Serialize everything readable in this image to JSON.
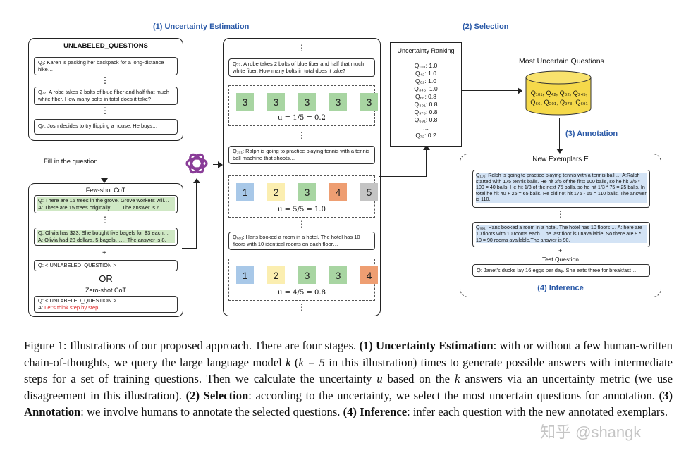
{
  "stages": {
    "s1": "(1) Uncertainty Estimation",
    "s2": "(2) Selection",
    "s3": "(3) Annotation",
    "s4": "(4) Inference"
  },
  "unlabeled": {
    "title": "UNLABELED_QUESTIONS",
    "q1": "Q₁: Karen is packing her backpack for a long-distance hike…",
    "q2": "Q₇₂: A robe takes 2 bolts of blue fiber and half that much white fiber. How many bolts in total does it take?",
    "q3": "Qₙ: Josh decides to try flipping a house.  He buys…",
    "fill": "Fill in the question"
  },
  "prompts": {
    "fewshot_title": "Few-shot CoT",
    "fs_q1": "Q: There are 15 trees in the grove. Grove workers will…",
    "fs_a1": "A: There are 15 trees originally…… The answer is 6.",
    "fs_q2": "Q: Olivia has $23. She bought five bagels for $3 each…",
    "fs_a2": "A: Olivia had 23 dollars. 5 bagels…… The answer is 8.",
    "plus": "+",
    "unl_q": "Q: < UNLABELED_QUESTION >",
    "or": "OR",
    "zeroshot_title": "Zero-shot CoT",
    "zs_q": "Q: < UNLABELED_QUESTION >",
    "zs_a_prefix": "A: ",
    "zs_a_red": "Let’s think step by step."
  },
  "estimation": {
    "dots": "⋮",
    "q72": "Q₇₂: A robe takes 2 bolts of blue fiber and half that much white fiber. How many bolts in total does it take?",
    "row1": [
      "3",
      "3",
      "3",
      "3",
      "3"
    ],
    "u1": "u = 1/5 = 0.2",
    "q101": "Q₁₀₁: Ralph is going to practice playing tennis with a tennis ball machine that shoots…",
    "row2": [
      "1",
      "2",
      "3",
      "4",
      "5"
    ],
    "u2": "u = 5/5 = 1.0",
    "q691": "Q₆₉₁: Hans booked a room in a hotel. The hotel has 10 floors with 10 identical rooms on each floor…",
    "row3": [
      "1",
      "2",
      "3",
      "3",
      "4"
    ],
    "u3": "u = 4/5 = 0.8"
  },
  "colors": {
    "green": "#a8d5a2",
    "blue": "#a8c8e8",
    "yellow": "#fbeeb0",
    "orange": "#ee9e72",
    "gray": "#c4c4c4",
    "stage_blue": "#2b5aa8",
    "db_yellow": "#f5d94a"
  },
  "ranking": {
    "title": "Uncertainty Ranking",
    "items": [
      "Q₁₀₁: 1.0",
      "Q₄₂: 1.0",
      "Q₆₂: 1.0",
      "Q₃₄₅: 1.0",
      "Q₆₆: 0.8",
      "Q₃₀₁: 0.8",
      "Q₉₇₈: 0.8",
      "Q₆₉₁: 0.8"
    ],
    "ellipsis": "…",
    "last": "Q₇₂: 0.2"
  },
  "db": {
    "title": "Most Uncertain Questions",
    "line1": "Q₁₀₁, Q₄₂, Q₆₂, Q₃₄₅,",
    "line2": "Q₆₆, Q₃₀₁, Q₉₇₈, Q₆₉₁"
  },
  "exemplars": {
    "title": "New Exemplars E",
    "e1": "Q₁₀₁: Ralph is going to practice playing tennis with a tennis ball … A:Ralph started with 175 tennis balls. He hit 2/5 of the first 100 balls, so he hit 2/5 * 100 = 40 balls. He hit 1/3 of the next 75 balls, so he hit 1/3 * 75 = 25 balls. In total he hit 40 + 25 = 65 balls. He did not hit 175 - 65 = 110 balls. The answer is 110.",
    "dots": "⋮",
    "e2": "Q₆₉₁: Hans booked a room in a hotel. The hotel has 10 floors … A: here are 10 floors with 10 rooms each. The last floor is unavailable. So there are 9 * 10 = 90 rooms available.The answer is 90.",
    "plus": "+",
    "test_title": "Test Question",
    "test_q": "Q: Janet’s ducks lay 16 eggs per day. She eats three for breakfast…"
  },
  "caption": {
    "p1": "Figure 1: Illustrations of our proposed approach. There are four stages. ",
    "b1": "(1) Uncertainty Estimation",
    "p2": ": with or without a few human-written chain-of-thoughts, we query the large language model ",
    "k1": "k",
    "p3": " (",
    "k2": "k = 5",
    "p4": " in this illustration) times to generate possible answers with intermediate steps for a set of training questions. Then we calculate the uncertainty ",
    "u": "u",
    "p5": " based on the ",
    "k3": "k",
    "p6": " answers via an uncertainty metric (we use disagreement in this illustration). ",
    "b2": "(2) Selection",
    "p7": ": according to the uncertainty, we select the most uncertain questions for annotation. ",
    "b3": "(3) Annotation",
    "p8": ": we involve humans to annotate the selected questions. ",
    "b4": "(4) Inference",
    "p9": ": infer each question with the new annotated exemplars."
  },
  "watermark": "知乎 @shangk"
}
